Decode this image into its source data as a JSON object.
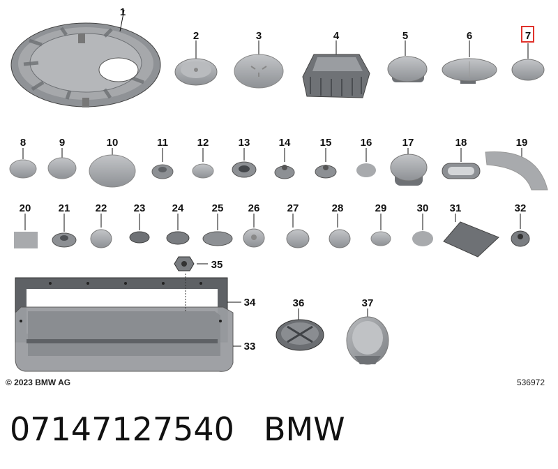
{
  "diagram": {
    "copyright": "© 2023 BMW AG",
    "image_code": "536972",
    "highlighted_part": "7",
    "part_numbers": [
      "1",
      "2",
      "3",
      "4",
      "5",
      "6",
      "7",
      "8",
      "9",
      "10",
      "11",
      "12",
      "13",
      "14",
      "15",
      "16",
      "17",
      "18",
      "19",
      "20",
      "21",
      "22",
      "23",
      "24",
      "25",
      "26",
      "27",
      "28",
      "29",
      "30",
      "31",
      "32",
      "33",
      "34",
      "35",
      "36",
      "37"
    ]
  },
  "footer": {
    "part_number": "07147127540",
    "brand": "BMW"
  },
  "colors": {
    "part_fill": "#a9abae",
    "part_dark": "#7d8084",
    "highlight_box": "#e0322b",
    "line": "#111111"
  }
}
